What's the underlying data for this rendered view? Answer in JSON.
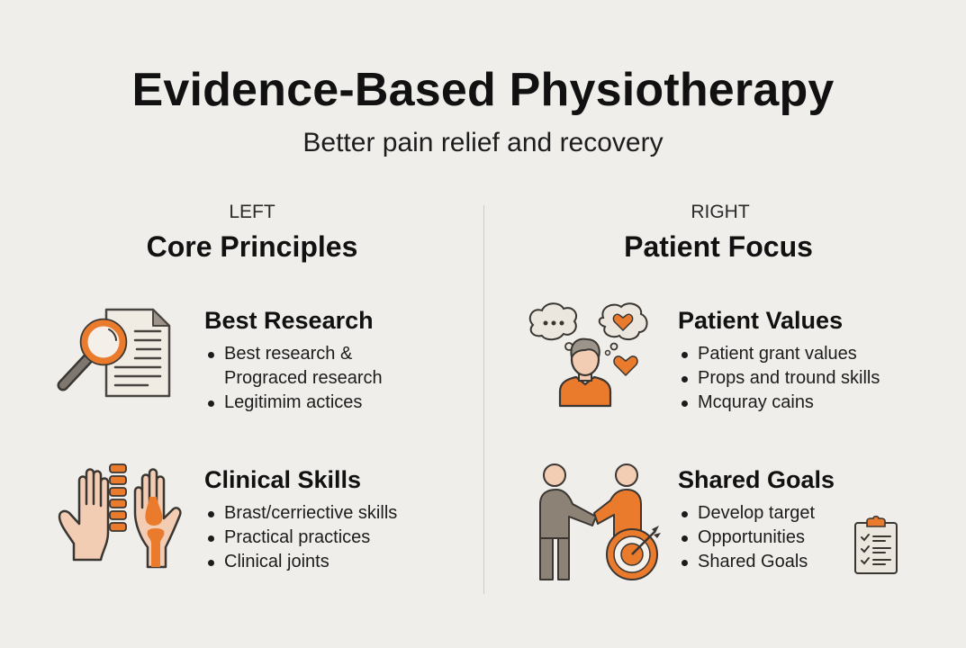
{
  "header": {
    "title": "Evidence-Based Physiotherapy",
    "subtitle": "Better pain relief and recovery"
  },
  "colors": {
    "background": "#efeeea",
    "accent": "#f07a24",
    "text": "#111111",
    "muted_gray": "#8c8276",
    "skin": "#f2cdb4",
    "divider": "#cfcdc7"
  },
  "left": {
    "kicker": "LEFT",
    "heading": "Core Principles",
    "blocks": [
      {
        "title": "Best Research",
        "icon": "magnifier-document-icon",
        "bullets": [
          "Best research &",
          "Prograced research",
          "Legitimim actices"
        ],
        "bullet_continuation": [
          false,
          true,
          false
        ]
      },
      {
        "title": "Clinical Skills",
        "icon": "hands-spine-icon",
        "bullets": [
          "Brast/cerriective skills",
          "Practical practices",
          "Clinical  joints"
        ]
      }
    ]
  },
  "right": {
    "kicker": "RIGHT",
    "heading": "Patient Focus",
    "blocks": [
      {
        "title": "Patient Values",
        "icon": "patient-thought-hearts-icon",
        "bullets": [
          "Patient grant values",
          "Props and tround skills",
          "Mcquray cains"
        ]
      },
      {
        "title": "Shared Goals",
        "icon": "handshake-target-icon",
        "bullets": [
          "Develop  target",
          "Opportunities",
          "Shared Goals"
        ],
        "extra_icon": "clipboard-checklist-icon"
      }
    ]
  }
}
